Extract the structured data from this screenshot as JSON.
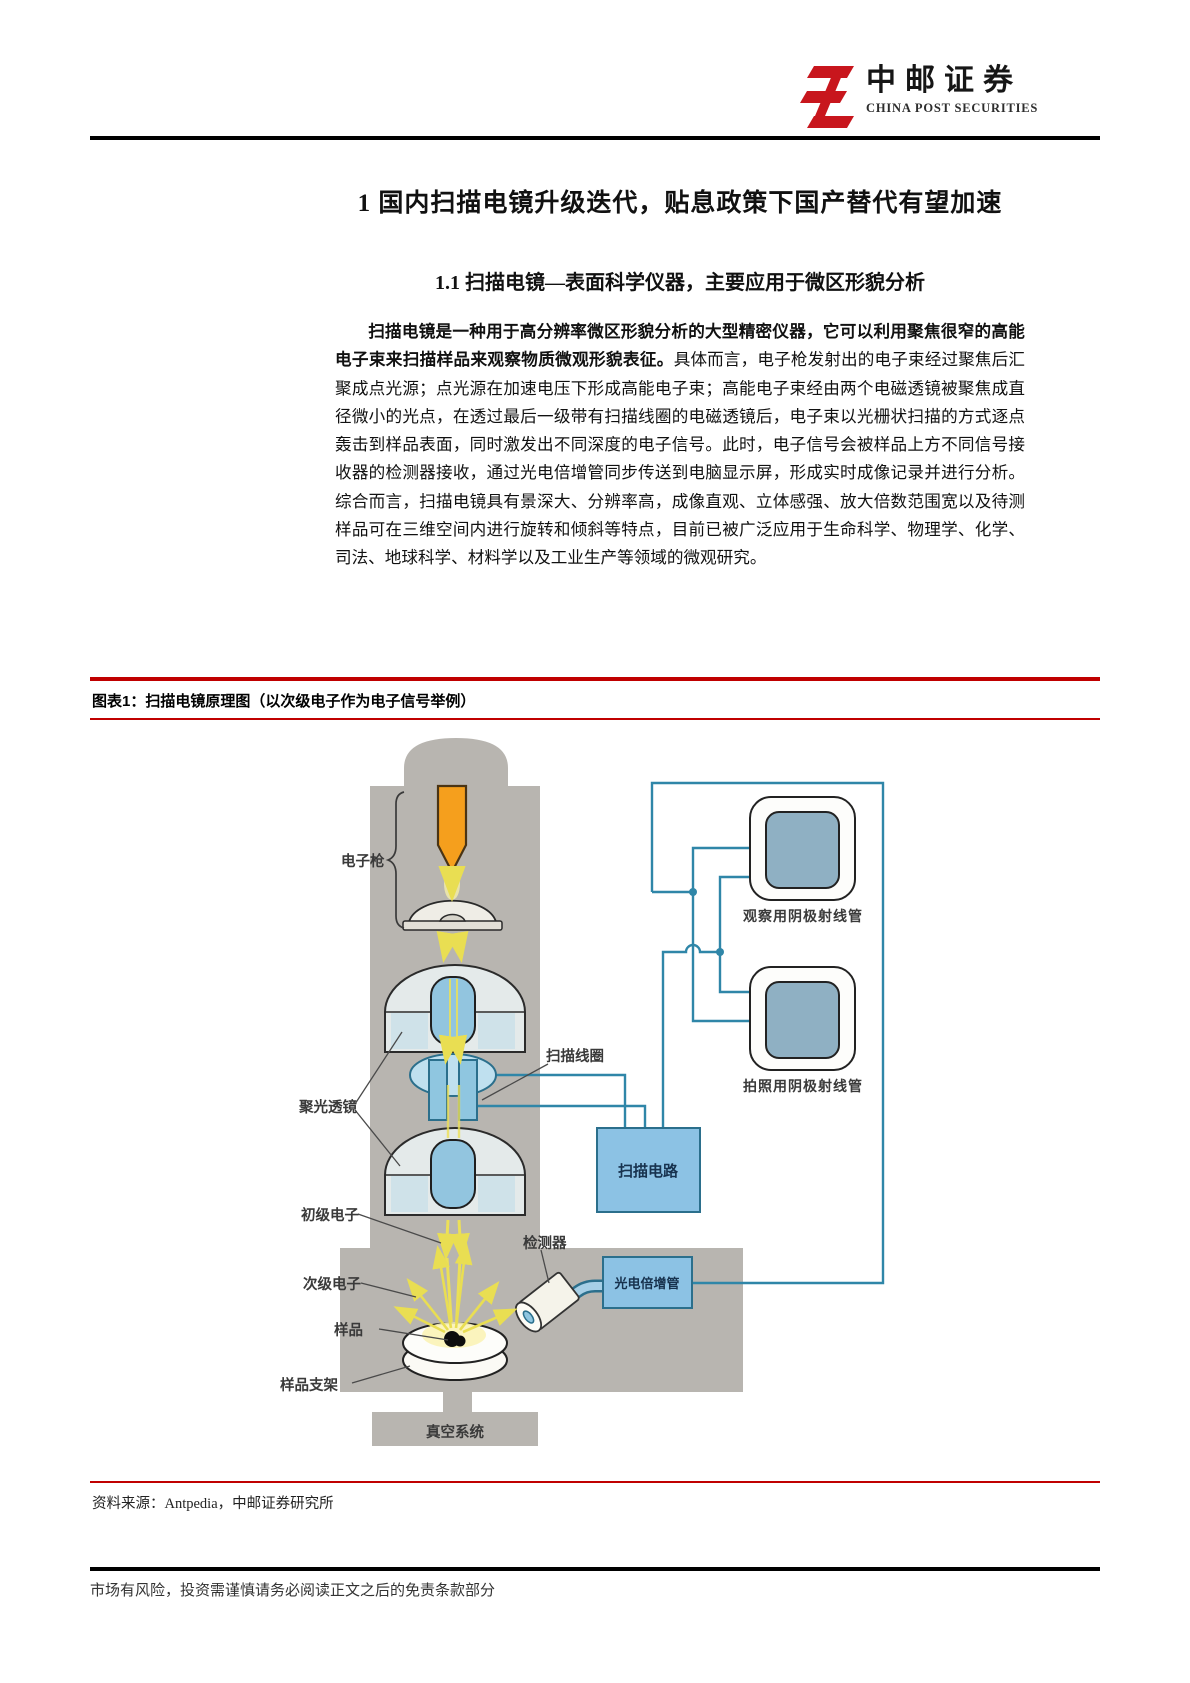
{
  "header": {
    "brand_cn": "中邮证券",
    "brand_en": "CHINA POST SECURITIES"
  },
  "section": {
    "title": "1 国内扫描电镜升级迭代，贴息政策下国产替代有望加速",
    "subtitle": "1.1 扫描电镜—表面科学仪器，主要应用于微区形貌分析"
  },
  "paragraph": {
    "lead": "扫描电镜是一种用于高分辨率微区形貌分析的大型精密仪器，它可以利用聚焦很窄的高能电子束来扫描样品来观察物质微观形貌表征。",
    "rest": "具体而言，电子枪发射出的电子束经过聚焦后汇聚成点光源；点光源在加速电压下形成高能电子束；高能电子束经由两个电磁透镜被聚焦成直径微小的光点，在透过最后一级带有扫描线圈的电磁透镜后，电子束以光栅状扫描的方式逐点轰击到样品表面，同时激发出不同深度的电子信号。此时，电子信号会被样品上方不同信号接收器的检测器接收，通过光电倍增管同步传送到电脑显示屏，形成实时成像记录并进行分析。综合而言，扫描电镜具有景深大、分辨率高，成像直观、立体感强、放大倍数范围宽以及待测样品可在三维空间内进行旋转和倾斜等特点，目前已被广泛应用于生命科学、物理学、化学、司法、地球科学、材料学以及工业生产等领域的微观研究。"
  },
  "figure": {
    "caption": "图表1：扫描电镜原理图（以次级电子作为电子信号举例）",
    "source": "资料来源：Antpedia，中邮证券研究所",
    "labels": {
      "electron_gun": "电子枪",
      "condenser_lens": "聚光透镜",
      "primary_electrons": "初级电子",
      "secondary_electrons": "次级电子",
      "sample": "样品",
      "sample_holder": "样品支架",
      "vacuum_system": "真空系统",
      "scan_coil": "扫描线圈",
      "detector": "检测器",
      "photomultiplier": "光电倍增管",
      "scan_circuit": "扫描电路",
      "crt_observe": "观察用阴极射线管",
      "crt_photo": "拍照用阴极射线管"
    }
  },
  "footer": {
    "disclaimer": "市场有风险，投资需谨慎请务必阅读正文之后的免责条款部分"
  },
  "colors": {
    "accent_red": "#c00000",
    "wire_blue": "#2f86a8",
    "box_blue_fill": "#8cc2e4",
    "crt_screen": "#8fb0c3",
    "instrument_gray": "#b8b5b0",
    "gun_orange": "#f59f1d",
    "beam_yellow": "#ece057",
    "logo_red": "#c8161d"
  }
}
